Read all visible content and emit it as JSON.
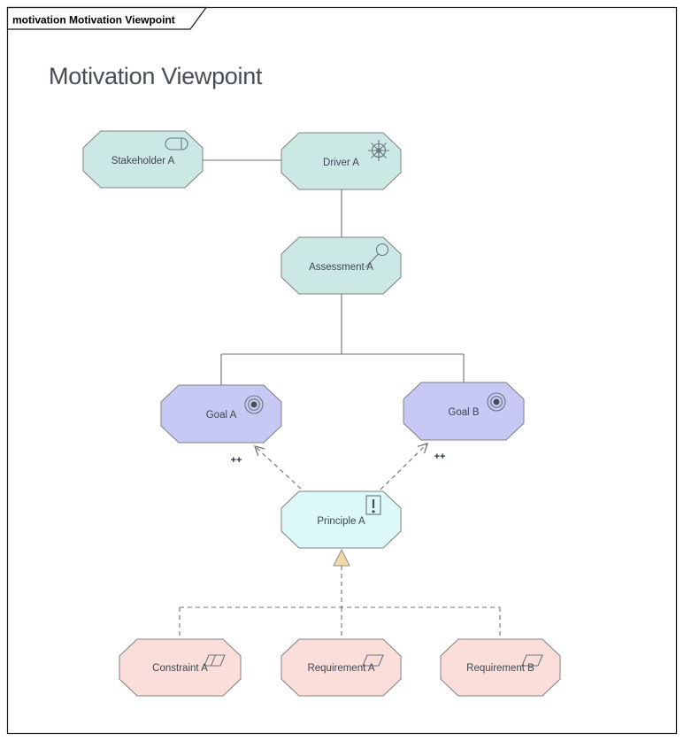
{
  "frame": {
    "tab_label": "motivation Motivation Viewpoint",
    "title": "Motivation Viewpoint"
  },
  "elements": [
    {
      "id": "stakeholder-a",
      "label": "Stakeholder A",
      "type": "Stakeholder",
      "icon": "stakeholder-role-icon"
    },
    {
      "id": "driver-a",
      "label": "Driver A",
      "type": "Driver",
      "icon": "driver-helm-icon"
    },
    {
      "id": "assessment-a",
      "label": "Assessment A",
      "type": "Assessment",
      "icon": "assessment-magnifier-icon"
    },
    {
      "id": "goal-a",
      "label": "Goal A",
      "type": "Goal",
      "icon": "goal-target-icon"
    },
    {
      "id": "goal-b",
      "label": "Goal B",
      "type": "Goal",
      "icon": "goal-target-icon"
    },
    {
      "id": "principle-a",
      "label": "Principle A",
      "type": "Principle",
      "icon": "principle-exclamation-icon"
    },
    {
      "id": "constraint-a",
      "label": "Constraint A",
      "type": "Constraint",
      "icon": "constraint-parallelogram-icon"
    },
    {
      "id": "requirement-a",
      "label": "Requirement A",
      "type": "Requirement",
      "icon": "requirement-parallelogram-icon"
    },
    {
      "id": "requirement-b",
      "label": "Requirement B",
      "type": "Requirement",
      "icon": "requirement-parallelogram-icon"
    }
  ],
  "connections": [
    {
      "id": "assoc-stakeholder-driver",
      "type": "association",
      "from": "Stakeholder A",
      "to": "Driver A",
      "label": ""
    },
    {
      "id": "assoc-driver-assessment",
      "type": "association",
      "from": "Driver A",
      "to": "Assessment A",
      "label": ""
    },
    {
      "id": "assoc-assessment-goals",
      "type": "association",
      "from": "Assessment A",
      "to": "Goal A, Goal B",
      "label": ""
    },
    {
      "id": "influence-principle-goal-a",
      "type": "influence",
      "from": "Principle A",
      "to": "Goal A",
      "label": "++"
    },
    {
      "id": "influence-principle-goal-b",
      "type": "influence",
      "from": "Principle A",
      "to": "Goal B",
      "label": "++"
    },
    {
      "id": "realization-to-principle",
      "type": "realization",
      "from": "Constraint A, Requirement A, Requirement B",
      "to": "Principle A",
      "label": ""
    }
  ],
  "colors": {
    "motivation_teal": "#cbe8e5",
    "goal_lavender": "#c7c8f4",
    "principle_cyan": "#dcf9f7",
    "requirement_pink": "#fbdeda",
    "element_border": "#808080",
    "connector": "#6f6f6f",
    "realization_arrow_fill": "#f2d7a7",
    "label_text": "#3d4750",
    "title_text": "#474e54"
  }
}
